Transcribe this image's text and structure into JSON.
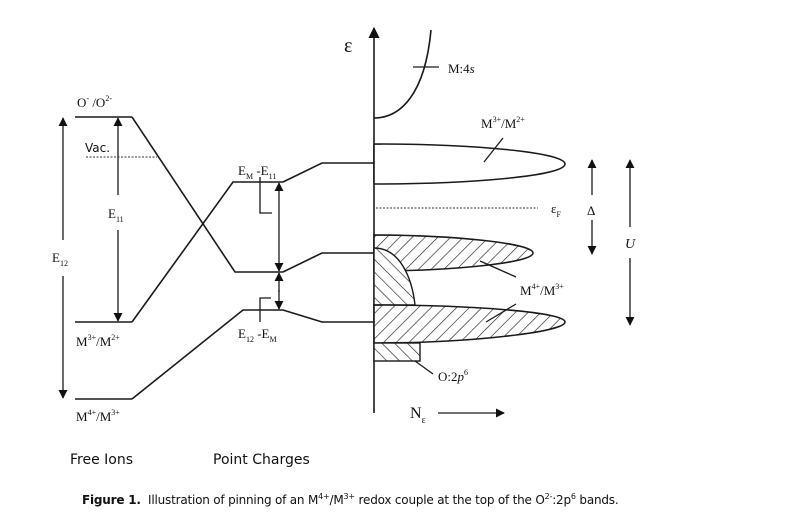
{
  "figure": {
    "energy_axis_symbol": "ε",
    "dos_axis_label": "N",
    "dos_axis_subscript": "ε",
    "section_labels": {
      "free_ions": "Free Ions",
      "point_charges": "Point Charges"
    },
    "free_ion_levels": {
      "top": {
        "base": "O",
        "sup1": "-",
        "sep": " /O",
        "sup2": "2-"
      },
      "vacuum": "Vac.",
      "mid": {
        "base": "M",
        "sup1": "3+",
        "sep": "/M",
        "sup2": "2+"
      },
      "bottom": {
        "base": "M",
        "sup1": "4+",
        "sep": "/M",
        "sup2": "3+"
      }
    },
    "energy_gaps": {
      "e11": {
        "base": "E",
        "sub": "11"
      },
      "e12": {
        "base": "E",
        "sub": "12"
      },
      "em_minus_e11": {
        "a": "E",
        "a_sub": "M",
        "sep": " -E",
        "b_sub": "11"
      },
      "e12_minus_em": {
        "a": "E",
        "a_sub": "12",
        "sep": " -E",
        "b_sub": "M"
      }
    },
    "band_labels": {
      "m4s": {
        "text": "M:4",
        "italic": "s"
      },
      "m3_m2": {
        "base": "M",
        "sup1": "3+",
        "sep": "/M",
        "sup2": "2+"
      },
      "fermi": {
        "base": "ε",
        "sub": "F"
      },
      "delta": "Δ",
      "hubbard_u": "U",
      "m4_m3": {
        "base": "M",
        "sup1": "4+",
        "sep": "/M",
        "sup2": "3+"
      },
      "o2p": {
        "text": "O:2",
        "italic": "p",
        "sup": "6"
      }
    }
  },
  "caption": {
    "label": "Figure 1.",
    "text_1": "Illustration of pinning of an M",
    "sup_1": "4+",
    "text_2": "/M",
    "sup_2": "3+",
    "text_3": " redox couple at the top of the O",
    "sup_3": "2-",
    "text_4": ":2p",
    "sup_4": "6",
    "text_5": " bands."
  }
}
